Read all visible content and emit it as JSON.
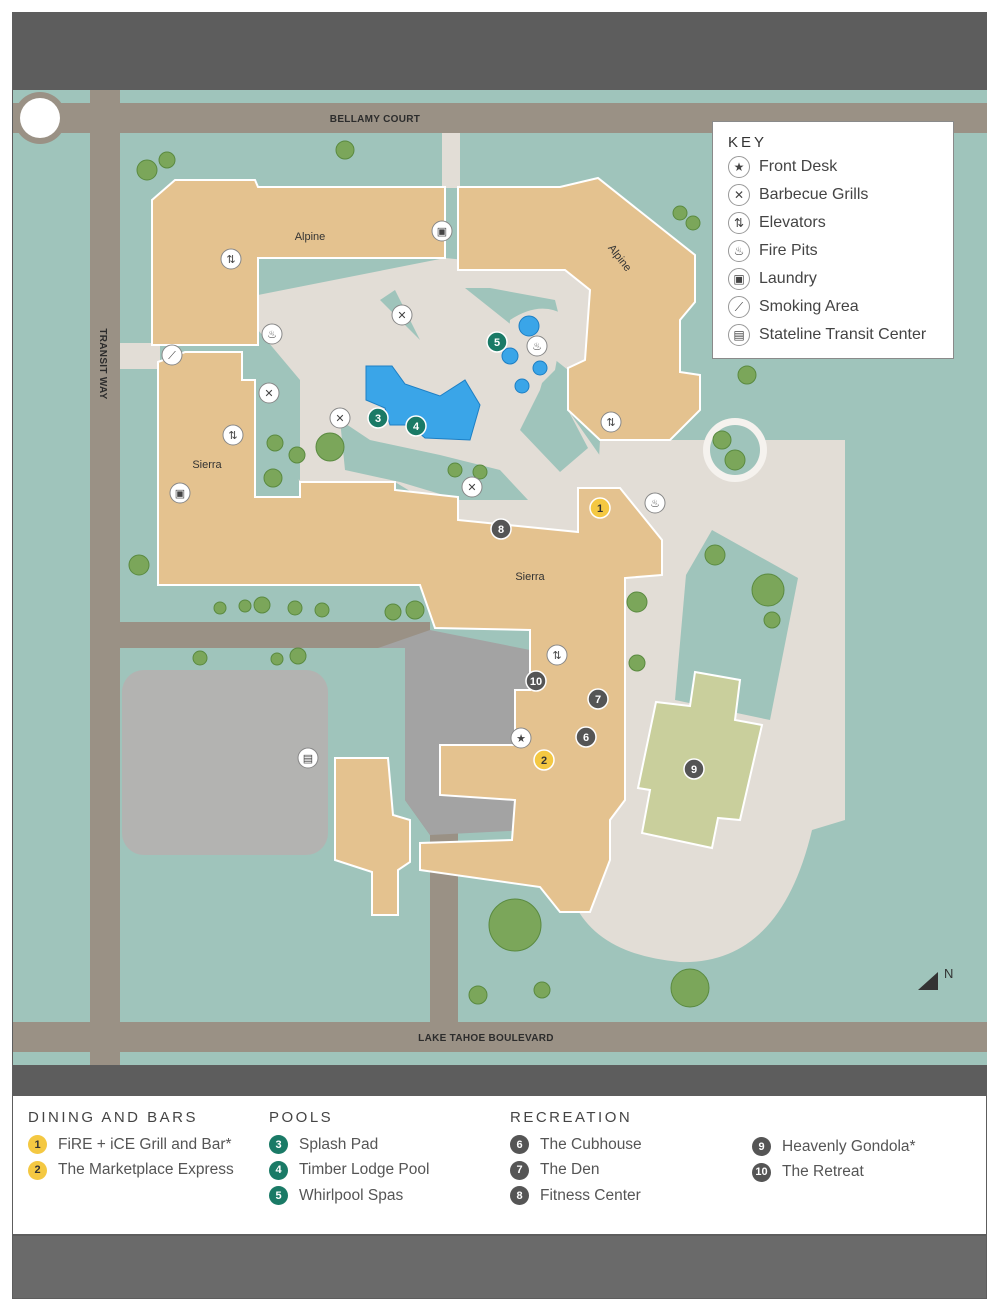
{
  "roads": {
    "north": "BELLAMY COURT",
    "west": "TRANSIT WAY",
    "south": "LAKE TAHOE BOULEVARD"
  },
  "buildings": {
    "alpine_west": "Alpine",
    "alpine_east": "Alpine",
    "sierra_west": "Sierra",
    "sierra_main": "Sierra"
  },
  "compass": "N",
  "key": {
    "title": "KEY",
    "items": [
      {
        "icon": "star-icon",
        "glyph": "★",
        "label": "Front Desk"
      },
      {
        "icon": "barbecue-grill-icon",
        "glyph": "✕",
        "label": "Barbecue Grills"
      },
      {
        "icon": "elevator-icon",
        "glyph": "⇅",
        "label": "Elevators"
      },
      {
        "icon": "fire-pit-icon",
        "glyph": "♨",
        "label": "Fire Pits"
      },
      {
        "icon": "laundry-icon",
        "glyph": "▣",
        "label": "Laundry"
      },
      {
        "icon": "smoking-icon",
        "glyph": "⟋",
        "label": "Smoking Area"
      },
      {
        "icon": "bus-icon",
        "glyph": "▤",
        "label": "Stateline Transit Center"
      }
    ]
  },
  "legend": {
    "dining": {
      "title": "DINING AND BARS",
      "items": [
        {
          "n": "1",
          "label": "FiRE + iCE Grill and Bar*"
        },
        {
          "n": "2",
          "label": "The Marketplace Express"
        }
      ]
    },
    "pools": {
      "title": "POOLS",
      "items": [
        {
          "n": "3",
          "label": "Splash Pad"
        },
        {
          "n": "4",
          "label": "Timber Lodge Pool"
        },
        {
          "n": "5",
          "label": "Whirlpool Spas"
        }
      ]
    },
    "recreation": {
      "title": "RECREATION",
      "items": [
        {
          "n": "6",
          "label": "The Cubhouse"
        },
        {
          "n": "7",
          "label": "The Den"
        },
        {
          "n": "8",
          "label": "Fitness Center"
        }
      ]
    },
    "recreation2": {
      "items": [
        {
          "n": "9",
          "label": "Heavenly Gondola*"
        },
        {
          "n": "10",
          "label": "The Retreat"
        }
      ]
    }
  },
  "colors": {
    "dining": "#f4c842",
    "pools": "#1a7a66",
    "recreation": "#555555",
    "building": "#e4c28f",
    "grass": "#9fc4bb",
    "road": "#9a9185"
  }
}
